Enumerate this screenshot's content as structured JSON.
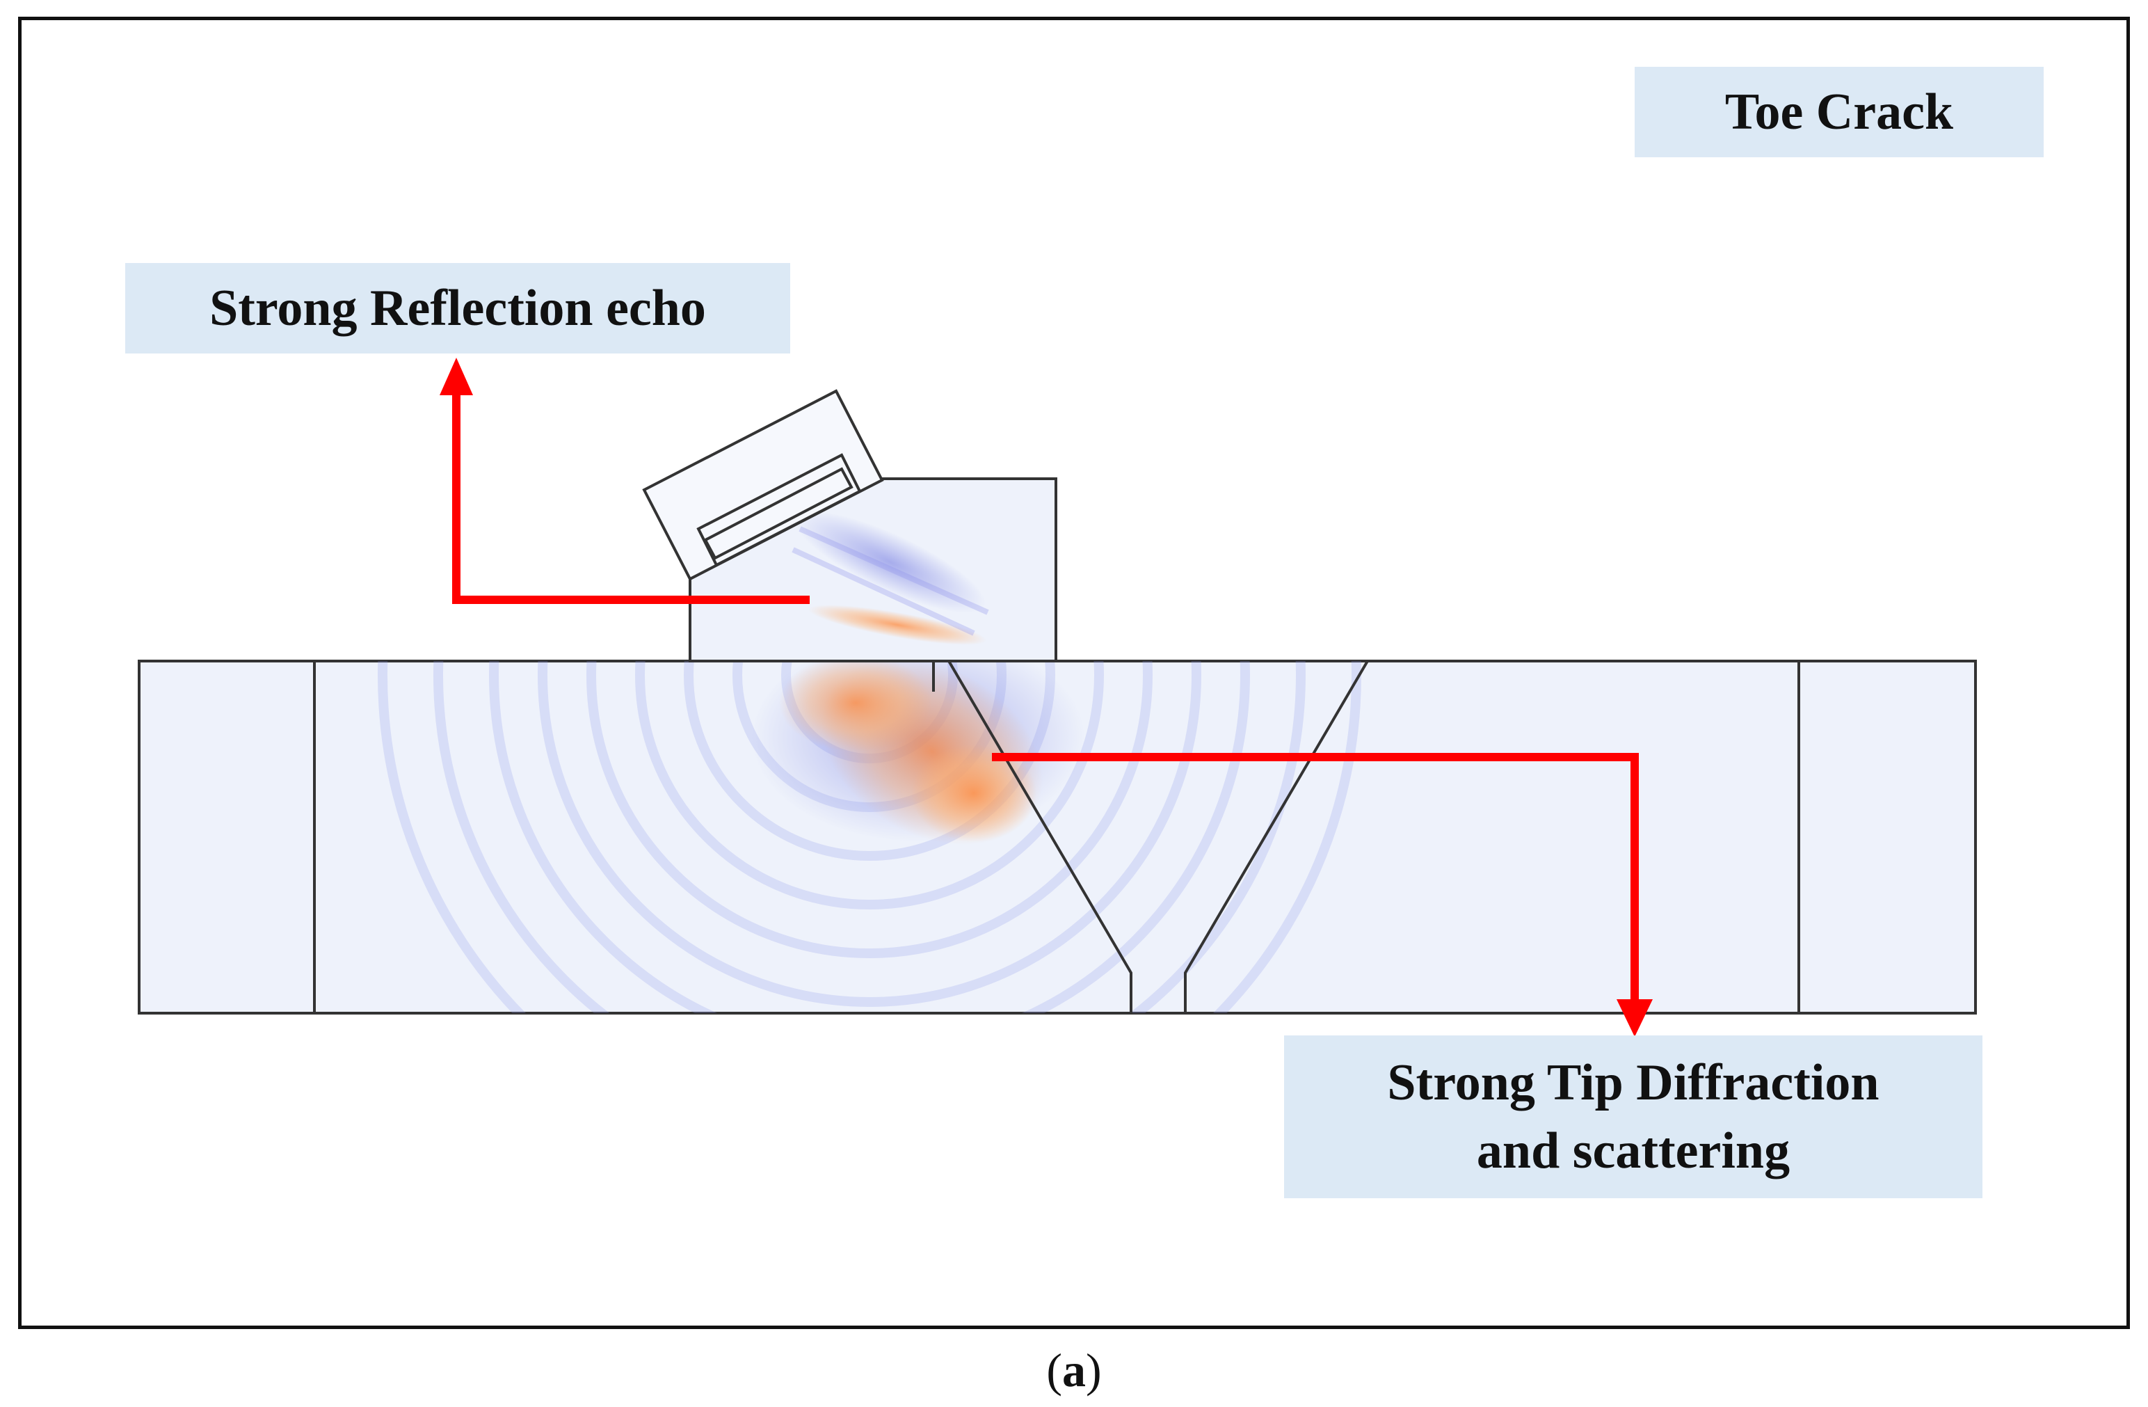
{
  "labels": {
    "toe_crack": "Toe Crack",
    "reflection": "Strong Reflection echo",
    "tip_line1": "Strong Tip Diffraction",
    "tip_line2": "and scattering"
  },
  "caption": {
    "open": "(",
    "letter": "a",
    "close": ")"
  },
  "colors": {
    "arrow": "#ff0000",
    "label_fill": "#dce9f5",
    "specimen_fill": "#eef2fb",
    "outline": "#333333",
    "wave_blue": "#7d85e6",
    "wave_orange": "#ffa360"
  }
}
